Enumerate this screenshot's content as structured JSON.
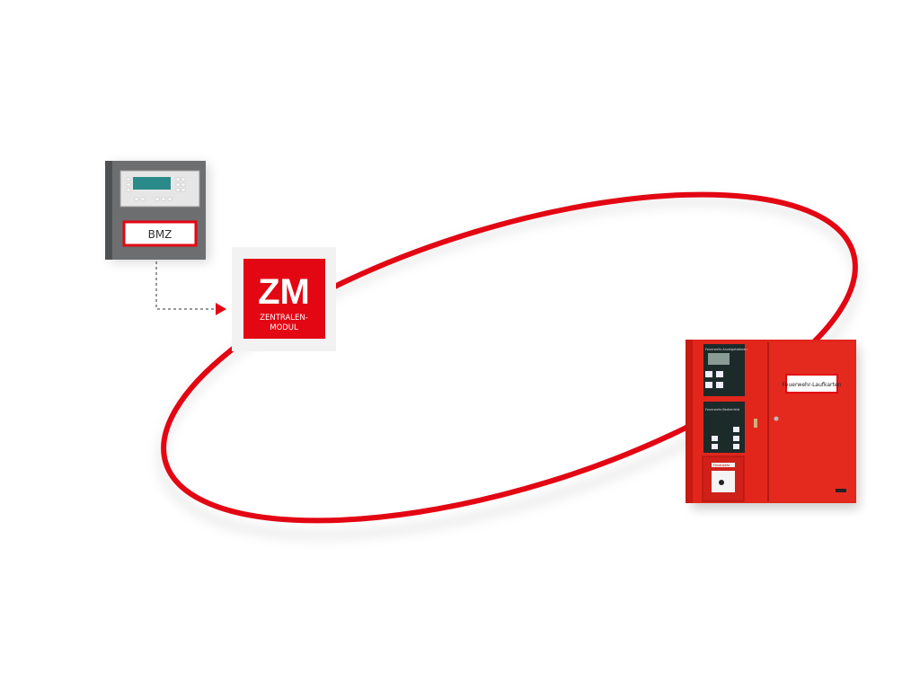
{
  "bmz": {
    "label": "BMZ"
  },
  "zm": {
    "title": "ZM",
    "subtitle_line1": "ZENTRALEN-",
    "subtitle_line2": "MODUL"
  },
  "cabinet": {
    "sign": "Feuerwehr-Laufkarten",
    "panel_top": "Feuerwehr-Anzeigetableau",
    "panel_mid": "Feuerwehr-Bedienfeld",
    "panel_bottom": "Feuerwehr"
  },
  "colors": {
    "ring": "#e30613",
    "zm": "#e30613",
    "cabinet": "#e2261c",
    "bmz": "#6d6e70"
  }
}
